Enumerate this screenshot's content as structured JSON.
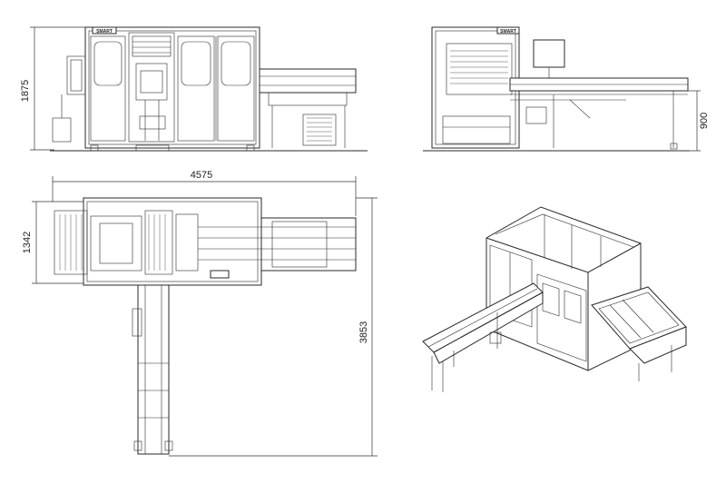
{
  "dimensions": {
    "front_height": "1875",
    "side_height": "900",
    "top_length": "4575",
    "top_width": "1342",
    "top_depth": "3853"
  },
  "brand_label": "SMART"
}
